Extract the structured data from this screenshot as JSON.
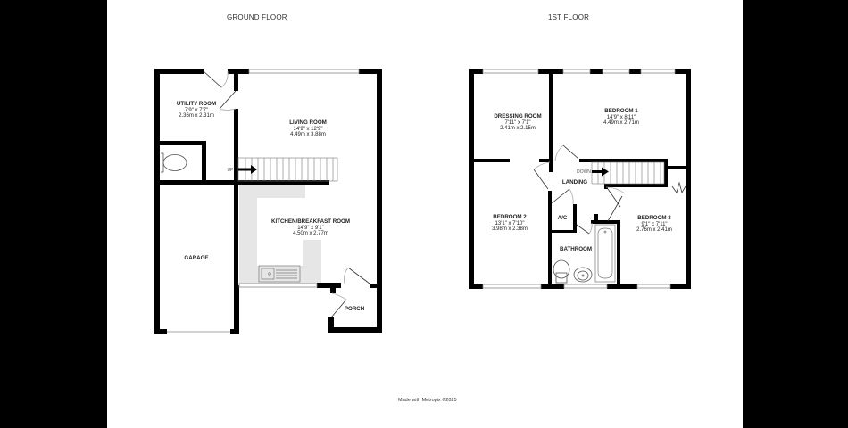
{
  "ground_floor": {
    "title": "GROUND FLOOR",
    "rooms": [
      {
        "name": "UTILITY ROOM",
        "imperial": "7'9\"  x 7'7\"",
        "metric": "2.36m  x 2.31m"
      },
      {
        "name": "LIVING ROOM",
        "imperial": "14'9\"  x 12'9\"",
        "metric": "4.49m  x 3.88m"
      },
      {
        "name": "KITCHEN/BREAKFAST ROOM",
        "imperial": "14'9\"  x 9'1\"",
        "metric": "4.50m  x 2.77m"
      },
      {
        "name": "GARAGE"
      },
      {
        "name": "PORCH"
      }
    ],
    "stairs_label": "UP"
  },
  "first_floor": {
    "title": "1ST FLOOR",
    "rooms": [
      {
        "name": "DRESSING ROOM",
        "imperial": "7'11\"  x 7'1\"",
        "metric": "2.41m  x 2.15m"
      },
      {
        "name": "BEDROOM 1",
        "imperial": "14'9\"  x 8'11\"",
        "metric": "4.49m  x 2.71m"
      },
      {
        "name": "BEDROOM 2",
        "imperial": "13'1\"  x 7'10\"",
        "metric": "3.98m  x 2.38m"
      },
      {
        "name": "BEDROOM 3",
        "imperial": "9'1\"  x 7'11\"",
        "metric": "2.76m  x 2.41m"
      },
      {
        "name": "LANDING"
      },
      {
        "name": "A/C"
      },
      {
        "name": "BATHROOM"
      }
    ],
    "stairs_label": "DOWN"
  },
  "footer": "Made with Metropix ©2025",
  "colors": {
    "wall": "#000000",
    "fixture_fill": "#e6e6e6",
    "background": "#ffffff",
    "frame": "#000000"
  }
}
